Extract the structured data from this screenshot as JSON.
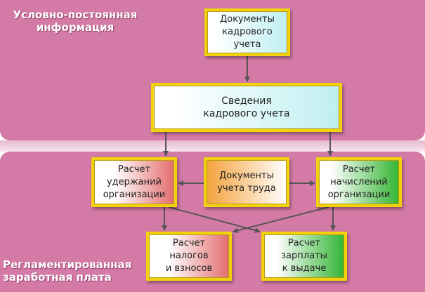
{
  "sections": {
    "top_label": "Условно-постоянная\nинформация",
    "bottom_label": "Регламентированная\nзаработная плата"
  },
  "boxes": {
    "personnel_docs": "Документы\nкадрового\nучета",
    "personnel_info": "Сведения\nкадрового учета",
    "deductions": "Расчет\nудержаний\nорганизации",
    "labor_docs": "Документы\nучета труда",
    "accruals": "Расчет\nначислений\nорганизации",
    "taxes": "Расчет\nналогов\nи взносов",
    "salary": "Расчет\nзарплаты\nк выдаче"
  },
  "colors": {
    "band": "#d47aa6",
    "box_border": "#f2d10e",
    "arrow": "#555555"
  }
}
